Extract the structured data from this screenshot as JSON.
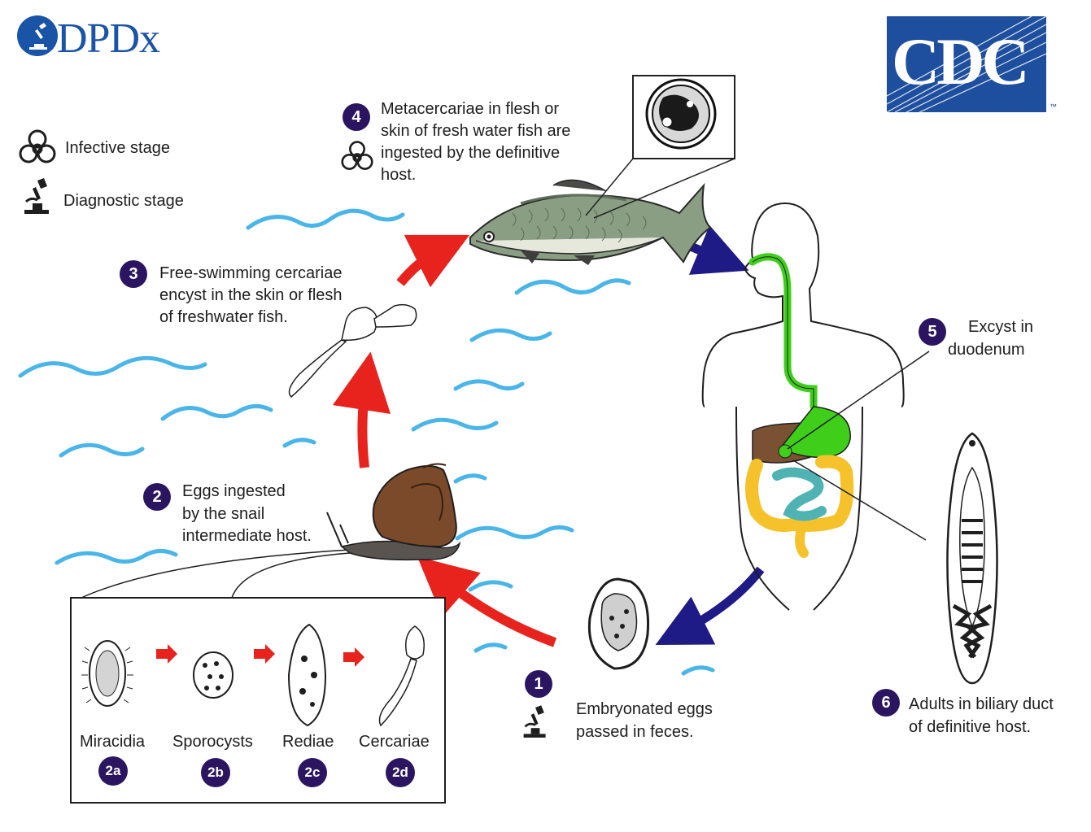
{
  "header": {
    "brand_left": "DPDx",
    "brand_right": "CDC",
    "brand_right_mark": "™"
  },
  "legend": {
    "infective": "Infective stage",
    "diagnostic": "Diagnostic stage"
  },
  "stages": {
    "s1": {
      "num": "1",
      "line1": "Embryonated eggs",
      "line2": "passed in feces."
    },
    "s2": {
      "num": "2",
      "line1": "Eggs ingested",
      "line2": "by the snail",
      "line3": "intermediate host."
    },
    "s3": {
      "num": "3",
      "line1": "Free-swimming cercariae",
      "line2": "encyst in the skin or flesh",
      "line3": "of freshwater fish."
    },
    "s4": {
      "num": "4",
      "line1": "Metacercariae in flesh or",
      "line2": "skin of fresh water fish are",
      "line3": "ingested by the definitive",
      "line4": "host."
    },
    "s5": {
      "num": "5",
      "line1": "Excyst in",
      "line2": "duodenum"
    },
    "s6": {
      "num": "6",
      "line1": "Adults in biliary duct",
      "line2": "of definitive host."
    }
  },
  "substages": [
    {
      "num": "2a",
      "label": "Miracidia"
    },
    {
      "num": "2b",
      "label": "Sporocysts"
    },
    {
      "num": "2c",
      "label": "Rediae"
    },
    {
      "num": "2d",
      "label": "Cercariae"
    }
  ],
  "colors": {
    "brand_blue": "#1a54a6",
    "cdc_blue": "#1e4f9e",
    "badge": "#2b1560",
    "water": "#4ab5e8",
    "arrow_red": "#e8231e",
    "arrow_blue": "#1e1a86",
    "gi_green": "#3fcf1b",
    "gi_yellow": "#f5c22b",
    "gi_teal": "#4fb3b3",
    "liver": "#7a5233"
  },
  "icons": [
    "biohazard-icon",
    "microscope-icon",
    "fish-icon",
    "snail-icon",
    "human-body-icon",
    "egg-icon",
    "adult-fluke-icon"
  ]
}
